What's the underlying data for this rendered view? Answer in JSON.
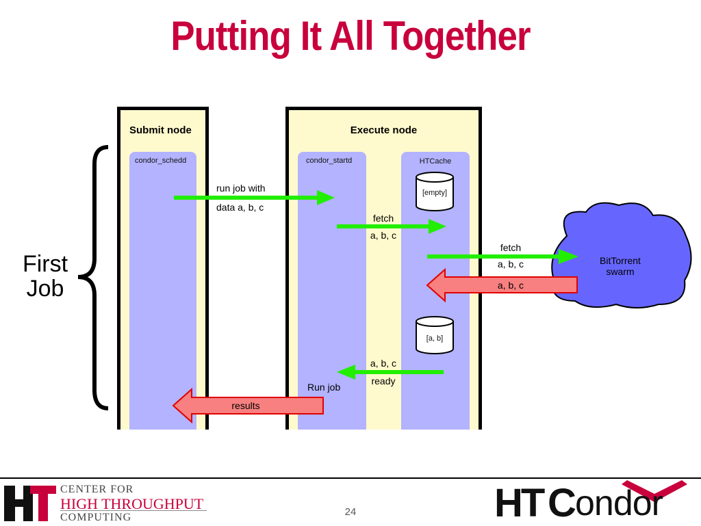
{
  "title": "Putting It All Together",
  "side_label": [
    "First",
    "Job"
  ],
  "submit_node": {
    "title": "Submit node",
    "process": "condor_schedd"
  },
  "execute_node": {
    "title": "Execute node",
    "process": "condor_startd",
    "cache": "HTCache"
  },
  "cache_states": {
    "before": "[empty]",
    "after": "[a, b]"
  },
  "messages": {
    "run_job_1": "run job with",
    "run_job_2": "data a, b, c",
    "fetch1_1": "fetch",
    "fetch1_2": "a, b, c",
    "fetch2_1": "fetch",
    "fetch2_2": "a, b, c",
    "reply": "a, b, c",
    "ready_1": "a, b, c",
    "ready_2": "ready",
    "run_job": "Run job",
    "results": "results"
  },
  "cloud": {
    "line1": "BitTorrent",
    "line2": "swarm"
  },
  "colors": {
    "arrow_green": "#22ee00",
    "arrow_red": "#f88080",
    "cloud": "#6666ff",
    "column": "#b3b3ff",
    "node_bg": "#fffacd",
    "title": "#c8003c"
  },
  "footer": {
    "center_for": "CENTER FOR",
    "high_throughput": "HIGH THROUGHPUT",
    "computing": "COMPUTING",
    "page_number": "24",
    "logo_ht": "HT",
    "logo_condor_c": "C",
    "logo_condor_rest": "ondor"
  }
}
